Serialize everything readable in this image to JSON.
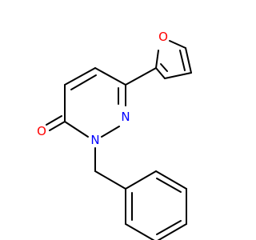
{
  "molecule": {
    "atoms": [
      {
        "id": "O_furan",
        "symbol": "O",
        "color": "#ff0000"
      },
      {
        "id": "O_carbonyl",
        "symbol": "O",
        "color": "#ff0000"
      },
      {
        "id": "N1",
        "symbol": "N",
        "color": "#0000ff"
      },
      {
        "id": "N2",
        "symbol": "N",
        "color": "#0000ff"
      }
    ],
    "bond_color": "#000000",
    "background": "#ffffff"
  }
}
